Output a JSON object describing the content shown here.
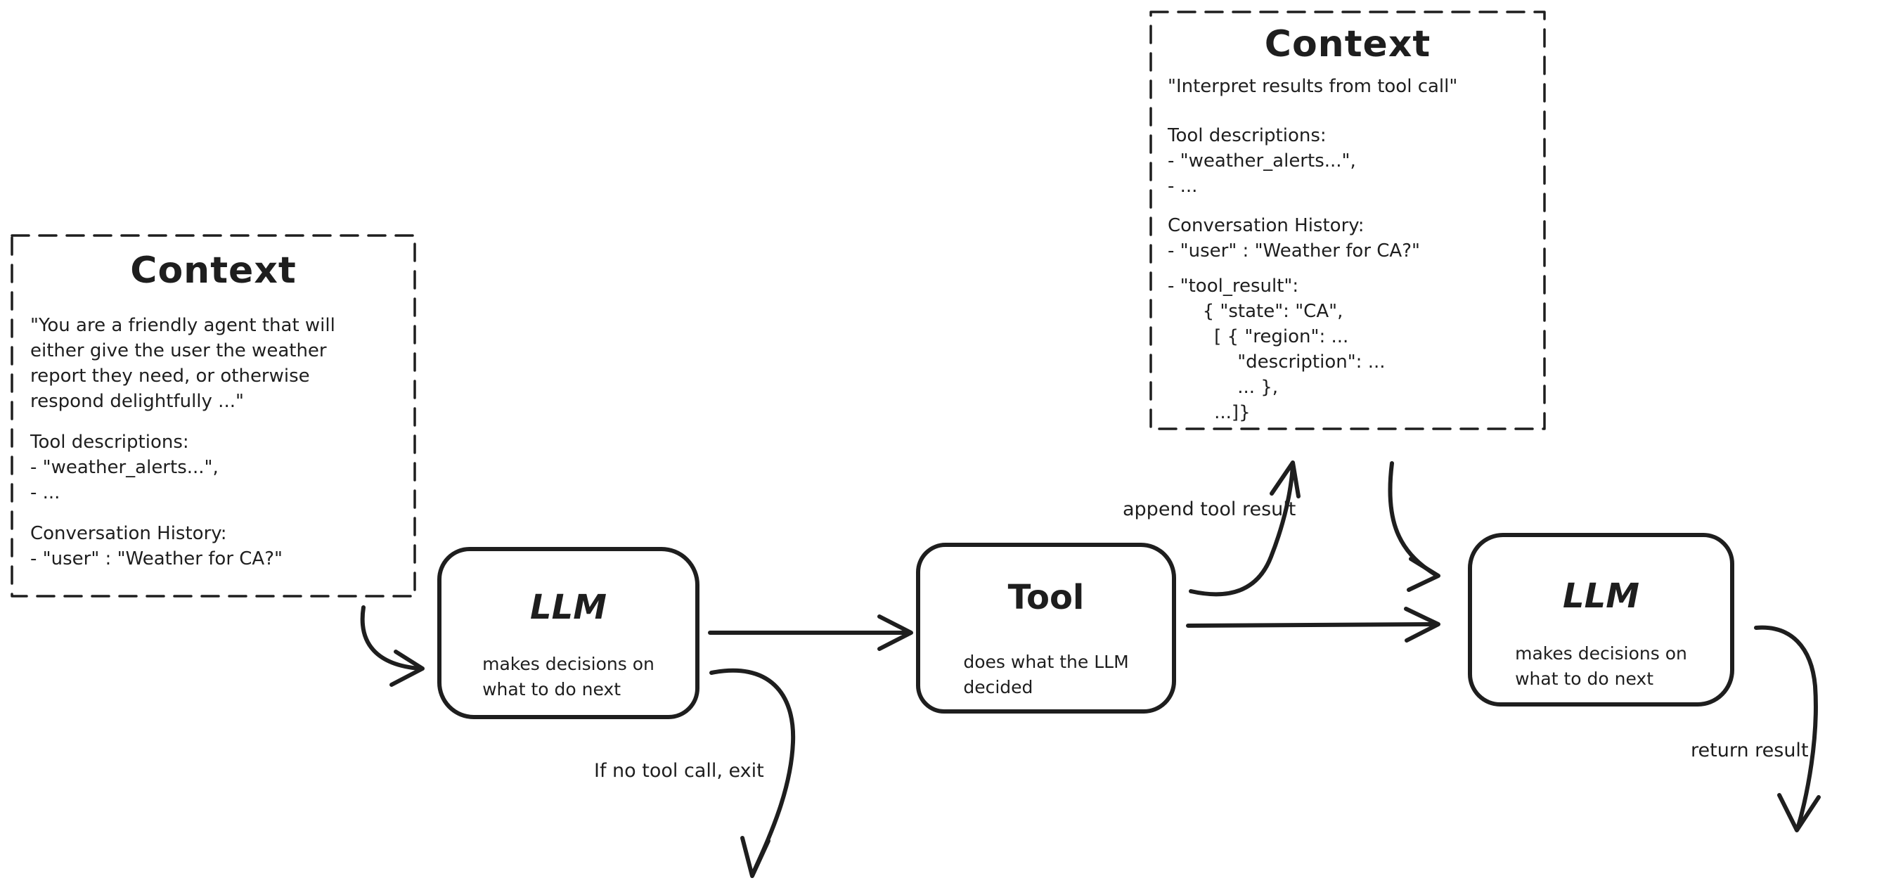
{
  "canvas": {
    "background": "#ffffff",
    "ink": "#1e1e1e"
  },
  "context_left": {
    "title": "Context",
    "system_prompt": "\"You are a friendly agent that will\neither give the user the weather\nreport they need, or otherwise\nrespond delightfully ...\"",
    "tool_descriptions": "Tool descriptions:\n- \"weather_alerts...\",\n- ...",
    "conversation_history": "Conversation History:\n- \"user\" : \"Weather for CA?\""
  },
  "context_top_right": {
    "title": "Context",
    "instruction": "\"Interpret results from tool call\"",
    "tool_descriptions": "Tool descriptions:\n- \"weather_alerts...\",\n- ...",
    "conversation_history": "Conversation History:\n- \"user\" : \"Weather for CA?\"",
    "tool_result": "- \"tool_result\":\n      { \"state\": \"CA\",\n        [ { \"region\": ...\n            \"description\": ...\n            ... },\n        ...]}"
  },
  "nodes": {
    "llm_1": {
      "title": "LLM",
      "subtitle": "makes decisions on\nwhat to do next"
    },
    "tool": {
      "title": "Tool",
      "subtitle": "does what the LLM\ndecided"
    },
    "llm_2": {
      "title": "LLM",
      "subtitle": "makes decisions on\nwhat to do next"
    }
  },
  "edge_labels": {
    "append_tool_result": "append tool result",
    "if_no_tool_call": "If no tool call, exit",
    "return_result": "return result"
  }
}
